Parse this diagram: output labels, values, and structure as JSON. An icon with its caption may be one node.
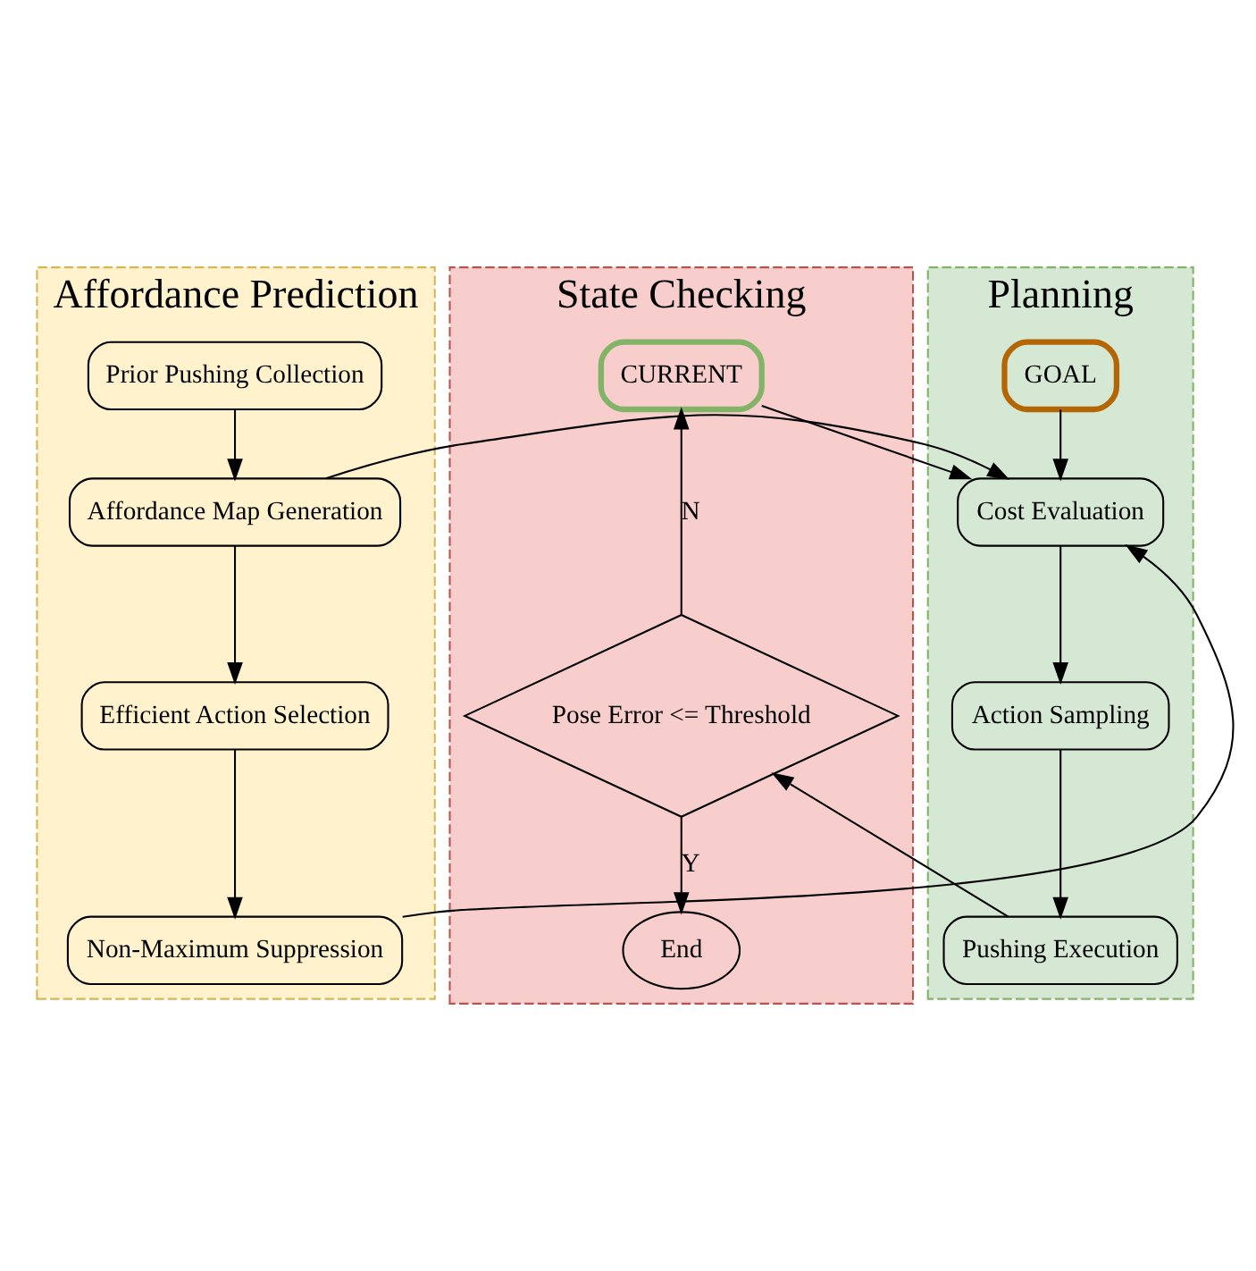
{
  "diagram": {
    "nodes": [
      {
        "text": [
          "Affordance Prediction"
        ]
      },
      {
        "text": [
          "Prior Pushing Collection"
        ],
        "in": 0
      },
      {
        "text": [
          "Affordance Map Generation"
        ],
        "in": 0
      },
      {
        "text": [
          "Efficient Action Selection"
        ],
        "in": 0
      },
      {
        "text": [
          "Non-Maximum Suppression"
        ],
        "in": 0
      },
      {
        "text": [
          "Planning"
        ]
      },
      {
        "text": [
          "GOAL"
        ],
        "in": 5
      },
      {
        "text": [
          "Cost Evaluation"
        ],
        "in": 5
      },
      {
        "text": [
          "Action Sampling"
        ],
        "in": 5
      },
      {
        "text": [
          "Pushing Execution"
        ],
        "in": 5
      },
      {
        "text": [
          "State Checking"
        ]
      },
      {
        "text": [
          "CURRENT"
        ],
        "in": 10
      },
      {
        "text": [
          "Pose Error <= Threshold"
        ],
        "in": 10
      },
      {
        "text": [
          "End"
        ],
        "in": 10
      }
    ],
    "edges": [
      {
        "from": 1,
        "to": 2,
        "arrow": "to"
      },
      {
        "from": 2,
        "to": 3,
        "arrow": "to"
      },
      {
        "from": 3,
        "to": 4,
        "arrow": "to"
      },
      {
        "from": 2,
        "to": 7,
        "arrow": "to"
      },
      {
        "from": 4,
        "to": 7,
        "arrow": "to"
      },
      {
        "from": 6,
        "to": 7,
        "arrow": "to"
      },
      {
        "from": 7,
        "to": 8,
        "arrow": "to"
      },
      {
        "from": 8,
        "to": 9,
        "arrow": "to"
      },
      {
        "from": 9,
        "to": 12,
        "arrow": "to"
      },
      {
        "from": 12,
        "to": 11,
        "label": "N",
        "arrow": "to"
      },
      {
        "from": 11,
        "to": 7,
        "arrow": "to"
      },
      {
        "from": 12,
        "to": 13,
        "label": "Y",
        "arrow": "to"
      }
    ]
  }
}
